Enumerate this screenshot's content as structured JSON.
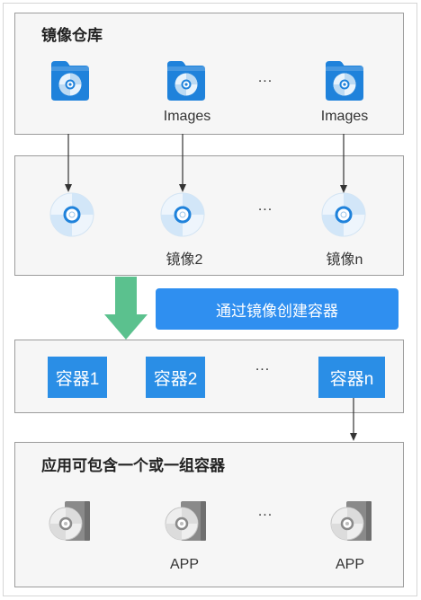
{
  "repository": {
    "title": "镜像仓库",
    "items": [
      {
        "icon": "folder-icon"
      },
      {
        "icon": "folder-icon",
        "label": "Images"
      },
      {
        "icon": "folder-icon",
        "label": "Images"
      }
    ],
    "ellipsis": "..."
  },
  "images": {
    "items": [
      {
        "icon": "disc-icon"
      },
      {
        "icon": "disc-icon",
        "label": "镜像2"
      },
      {
        "icon": "disc-icon",
        "label": "镜像n"
      }
    ],
    "ellipsis": "..."
  },
  "action": {
    "label": "通过镜像创建容器",
    "icon": "green-down-arrow-icon"
  },
  "containers": {
    "items": [
      {
        "label": "容器1"
      },
      {
        "label": "容器2"
      },
      {
        "label": "容器n"
      }
    ],
    "ellipsis": "..."
  },
  "applications": {
    "title": "应用可包含一个或一组容器",
    "items": [
      {
        "icon": "app-icon"
      },
      {
        "icon": "app-icon",
        "label": "APP"
      },
      {
        "icon": "app-icon",
        "label": "APP"
      }
    ],
    "ellipsis": "..."
  },
  "colors": {
    "panel-fill": "#f6f6f6",
    "panel-border": "#9c9c9c",
    "folder-blue": "#1f82db",
    "container-blue": "#2a8ee6",
    "button-blue": "#2f8ff0",
    "arrow-green": "#5bc18e",
    "arrow-dark": "#333333"
  }
}
